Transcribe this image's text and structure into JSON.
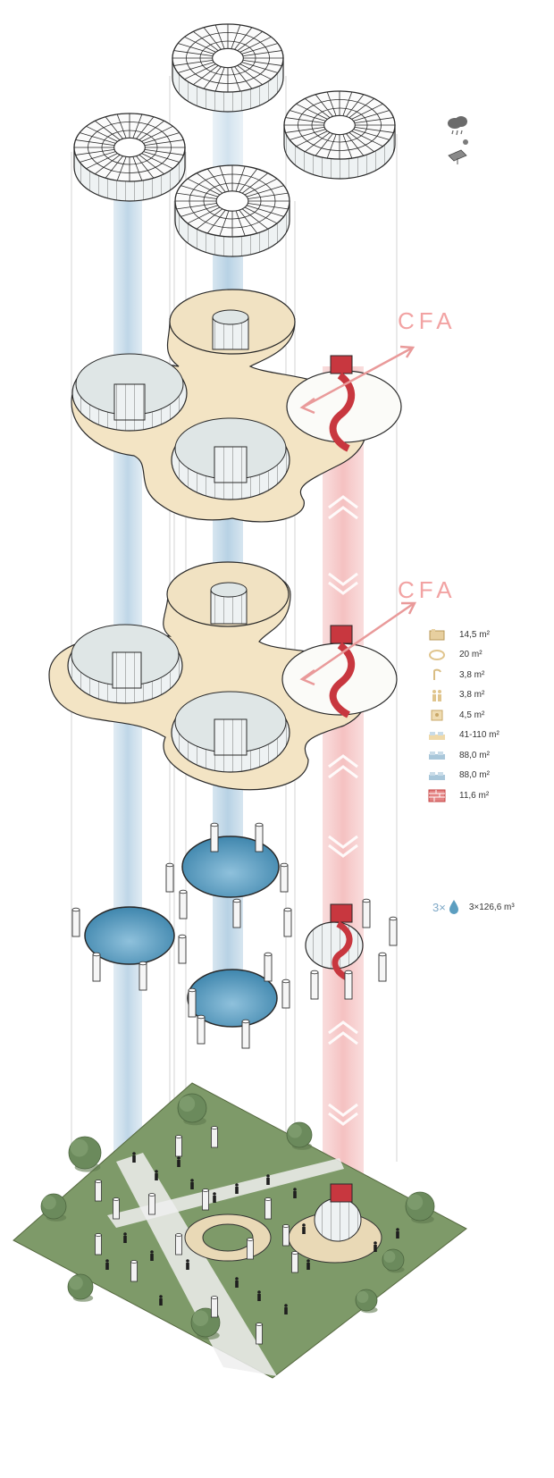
{
  "cfa_label": "CFA",
  "legend": [
    {
      "icon": "kitchen-icon",
      "value": "14,5 m²"
    },
    {
      "icon": "table-icon",
      "value": "20 m²"
    },
    {
      "icon": "lamp-icon",
      "value": "3,8 m²"
    },
    {
      "icon": "toilet-icon",
      "value": "3,8 m²"
    },
    {
      "icon": "storage-icon",
      "value": "4,5 m²"
    },
    {
      "icon": "bed-icon",
      "value": "41-110 m²"
    },
    {
      "icon": "bed-icon",
      "value": "88,0 m²"
    },
    {
      "icon": "bed-icon",
      "value": "88,0 m²"
    },
    {
      "icon": "brick-icon",
      "value": "11,6 m²"
    }
  ],
  "water_tank": {
    "multiplier": "3×",
    "value": "3×126,6 m³",
    "icon": "water-drop-icon"
  },
  "top_icons": [
    "rain-cloud-icon",
    "solar-panel-icon"
  ],
  "colors": {
    "accent_red": "#c8373f",
    "accent_pink": "#f2b4b4",
    "floor_beige": "#f1e2c2",
    "water_blue": "#5c9ec0",
    "grass_green": "#7f9a6a",
    "light_beam": "#d7e6f0",
    "line": "#2a2a2a"
  }
}
